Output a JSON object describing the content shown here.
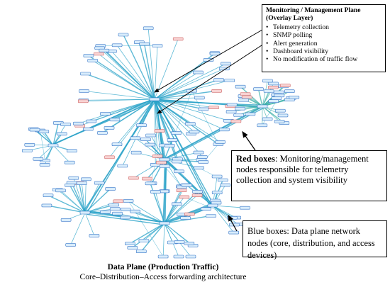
{
  "management_callout": {
    "title_line1": "Monitoring / Management Plane",
    "title_line2": "(Overlay Layer)",
    "items": [
      "Telemetry collection",
      "SNMP polling",
      "Alert generation",
      "Dashboard visibility",
      "No modification of traffic flow"
    ]
  },
  "red_callout": {
    "bold": "Red boxes",
    "text": ": Monitoring/management nodes responsible for telemetry collection and system visibility"
  },
  "blue_callout": {
    "text": "Blue boxes: Data plane network nodes (core, distribution, and access devices)"
  },
  "caption": {
    "title": "Data Plane (Production Traffic)",
    "subtitle": "Core–Distribution–Access forwarding architecture"
  },
  "colors": {
    "edge": "#2aa3c8",
    "edge_secondary": "#3db0a8",
    "node_blue_fill": "#d8ecfb",
    "node_blue_stroke": "#3a78c9",
    "node_red_fill": "#f8d3d3",
    "node_red_stroke": "#d06a6a",
    "arrow": "#000000"
  }
}
